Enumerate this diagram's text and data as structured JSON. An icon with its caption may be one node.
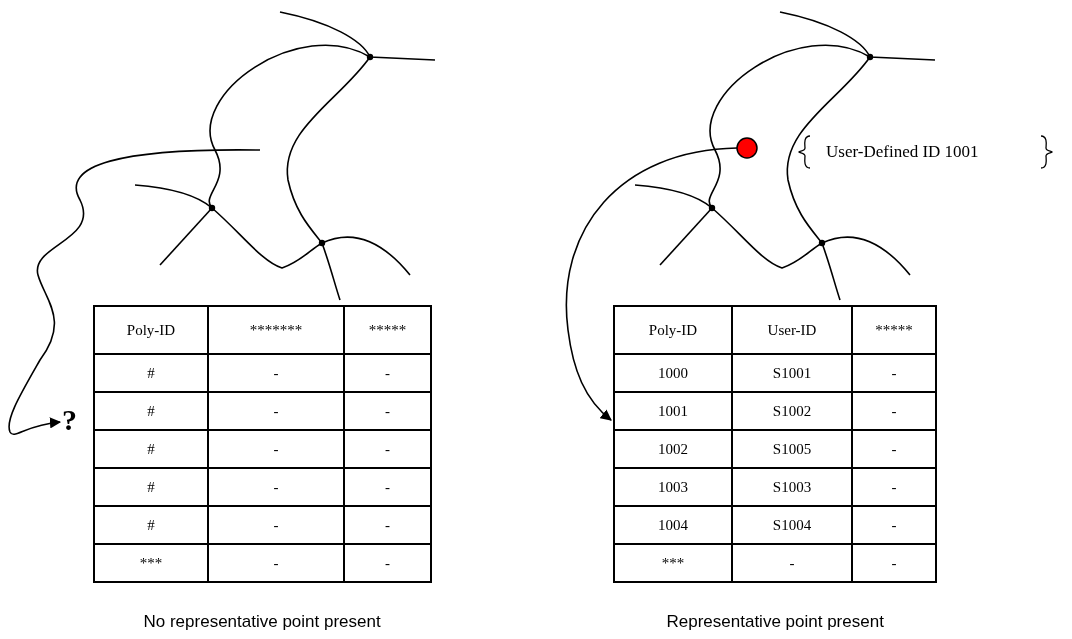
{
  "diagram": {
    "nodes": [
      {
        "text": [
          "?"
        ]
      },
      {
        "text": [],
        "shape": "circle"
      },
      {
        "text": [],
        "shape": "box"
      }
    ],
    "edges": [
      {
        "from": null,
        "to": 0,
        "arrow": "to"
      },
      {
        "from": 1,
        "to": 2,
        "arrow": "to"
      }
    ],
    "labels": [
      "User-Defined ID 1001",
      "Poly-ID",
      "*******",
      "*****",
      "#",
      "-",
      "-",
      "#",
      "-",
      "-",
      "#",
      "-",
      "-",
      "#",
      "-",
      "-",
      "#",
      "-",
      "-",
      "***",
      "-",
      "-",
      "Poly-ID",
      "User-ID",
      "*****",
      "1000",
      "S1001",
      "-",
      "1001",
      "S1002",
      "-",
      "1002",
      "S1005",
      "-",
      "1003",
      "S1003",
      "-",
      "1004",
      "S1004",
      "-",
      "***",
      "-",
      "-",
      "No representative point present",
      "Representative point present"
    ]
  }
}
